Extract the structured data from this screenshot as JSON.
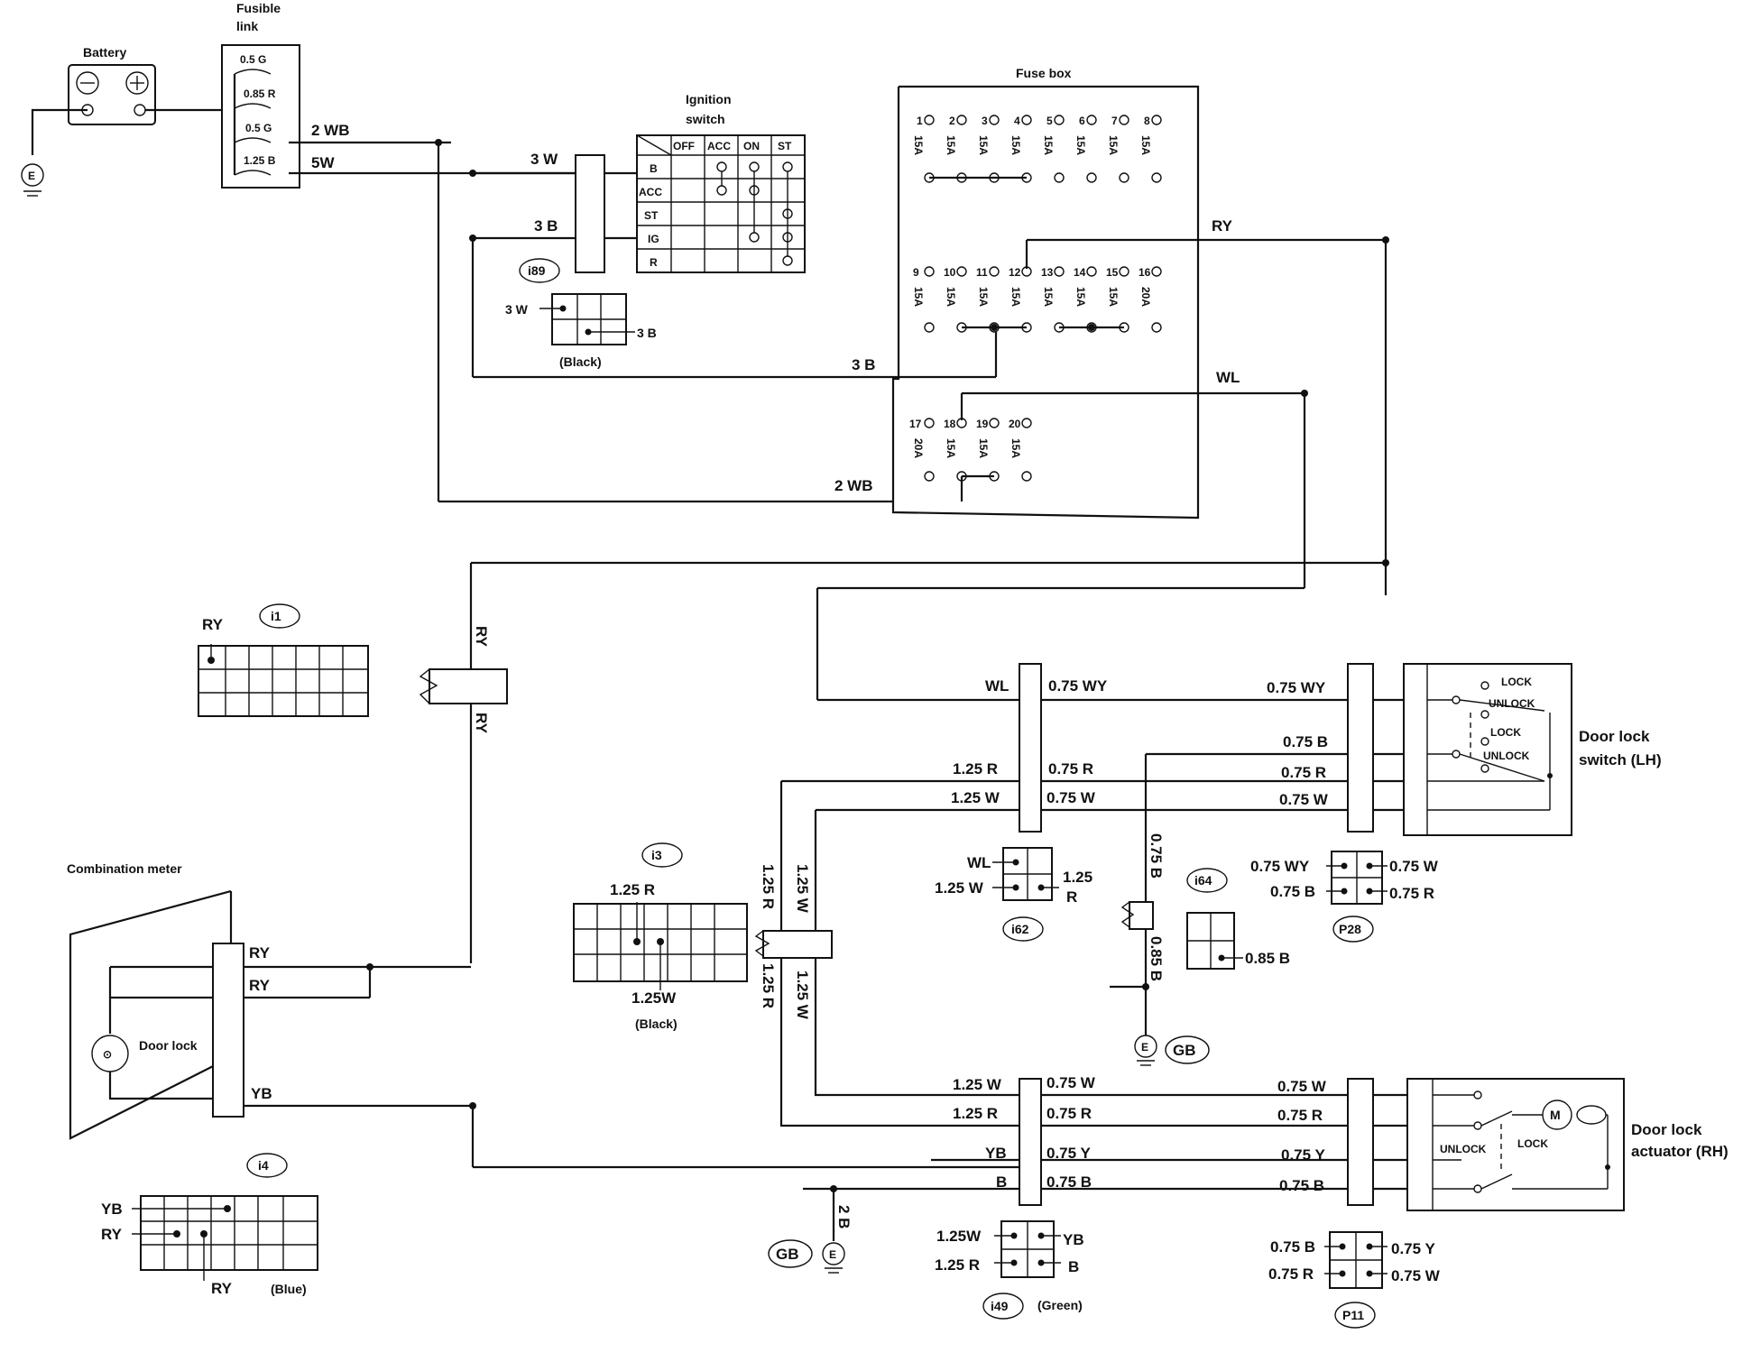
{
  "components": {
    "battery": "Battery",
    "fusible_link": "Fusible link",
    "ignition_switch": "Ignition switch",
    "fuse_box": "Fuse box",
    "combination_meter": "Combination meter",
    "door_lock_lamp": "Door lock",
    "door_lock_switch": "Door lock switch (LH)",
    "door_lock_actuator": "Door lock actuator (RH)"
  },
  "fusible_links": [
    "0.5 G",
    "0.85 R",
    "0.5 G",
    "1.25 B"
  ],
  "ignition": {
    "cols": [
      "OFF",
      "ACC",
      "ON",
      "ST"
    ],
    "rows": [
      "B",
      "ACC",
      "ST",
      "IG",
      "R"
    ]
  },
  "fuses": {
    "row1": {
      "numbers": [
        "1",
        "2",
        "3",
        "4",
        "5",
        "6",
        "7",
        "8"
      ],
      "ratings": [
        "15A",
        "15A",
        "15A",
        "15A",
        "15A",
        "15A",
        "15A",
        "15A"
      ]
    },
    "row2": {
      "numbers": [
        "9",
        "10",
        "11",
        "12",
        "13",
        "14",
        "15",
        "16"
      ],
      "ratings": [
        "15A",
        "15A",
        "15A",
        "15A",
        "15A",
        "15A",
        "15A",
        "20A"
      ]
    },
    "row3": {
      "numbers": [
        "17",
        "18",
        "19",
        "20"
      ],
      "ratings": [
        "20A",
        "15A",
        "15A",
        "15A"
      ]
    }
  },
  "connectors": {
    "i89": {
      "id": "i89",
      "color": "(Black)",
      "pins": [
        "3 W",
        "3 B"
      ]
    },
    "i1": {
      "id": "i1",
      "pins": [
        "RY"
      ]
    },
    "i3": {
      "id": "i3",
      "color": "(Black)",
      "pins": [
        "1.25 R",
        "1.25W"
      ]
    },
    "i4": {
      "id": "i4",
      "color": "(Blue)",
      "pins": [
        "YB",
        "RY",
        "RY"
      ]
    },
    "i62": {
      "id": "i62",
      "pins": [
        "WL",
        "1.25 W",
        "1.25",
        "R"
      ]
    },
    "i64": {
      "id": "i64",
      "pins": [
        "0.85 B"
      ]
    },
    "i49": {
      "id": "i49",
      "color": "(Green)",
      "pins": [
        "1.25W",
        "1.25 R",
        "YB",
        "B"
      ]
    },
    "P28": {
      "id": "P28",
      "pins": [
        "0.75 WY",
        "0.75 B",
        "0.75 W",
        "0.75 R"
      ]
    },
    "P11": {
      "id": "P11",
      "pins": [
        "0.75 B",
        "0.75 R",
        "0.75 Y",
        "0.75 W"
      ]
    }
  },
  "grounds": {
    "e": "E",
    "gb": "GB"
  },
  "wires": {
    "w_2wb": "2 WB",
    "w_5w": "5W",
    "w_3w": "3 W",
    "w_3b": "3 B",
    "w_3b2": "3 B",
    "w_2wb2": "2 WB",
    "w_ry": "RY",
    "w_wl": "WL",
    "w_ry_v1": "RY",
    "w_ry_v2": "RY",
    "w_075wy": "0.75 WY",
    "w_075wy2": "0.75 WY",
    "w_075b_top": "0.75 B",
    "w_125r_a": "1.25 R",
    "w_075r_a": "0.75 R",
    "w_075r_a2": "0.75 R",
    "w_125w_a": "1.25 W",
    "w_075w_a": "0.75 W",
    "w_075w_a2": "0.75 W",
    "w_075b_v": "0.75 B",
    "w_085b_v": "0.85 B",
    "w_125r_v": "1.25 R",
    "w_125w_v": "1.25 W",
    "w_125r_v2": "1.25 R",
    "w_125w_v2": "1.25 W",
    "w_cm_ry1": "RY",
    "w_cm_ry2": "RY",
    "w_cm_yb": "YB",
    "w_125w_b": "1.25 W",
    "w_075w_b": "0.75 W",
    "w_075w_b2": "0.75 W",
    "w_125r_b": "1.25 R",
    "w_075r_b": "0.75 R",
    "w_075r_b2": "0.75 R",
    "w_yb": "YB",
    "w_075y": "0.75 Y",
    "w_075y2": "0.75 Y",
    "w_b": "B",
    "w_075b_b": "0.75 B",
    "w_075b_b2": "0.75 B",
    "w_2b": "2 B"
  },
  "switch_positions": {
    "lock": "LOCK",
    "unlock": "UNLOCK",
    "motor": "M"
  }
}
